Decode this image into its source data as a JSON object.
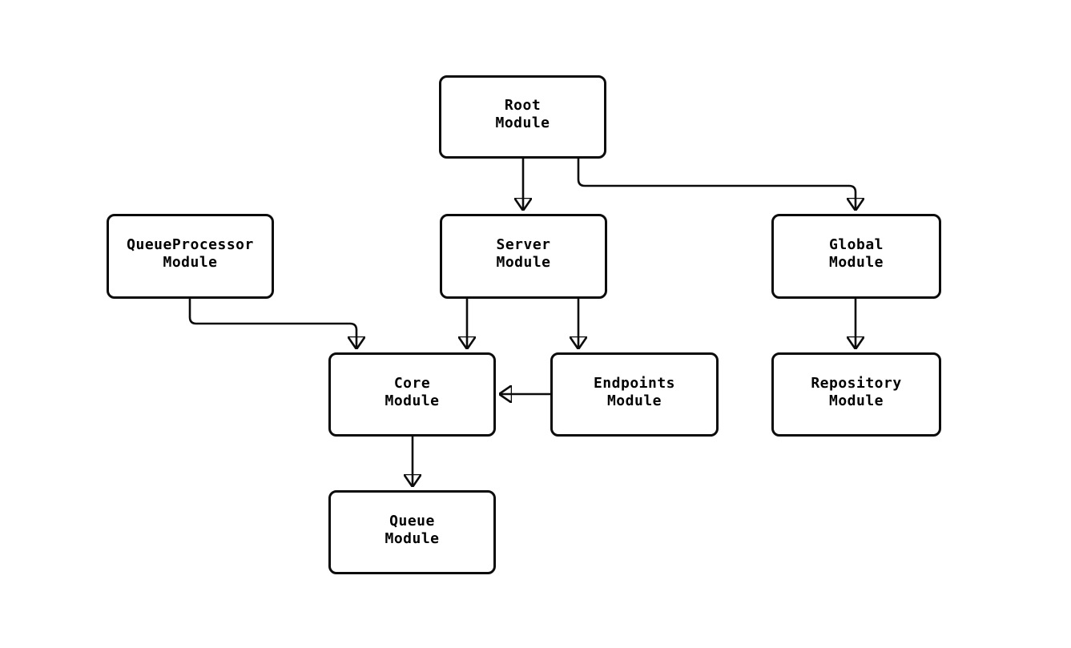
{
  "diagram": {
    "kind": "module-dependency-flowchart",
    "background_color": "#ffffff",
    "node_fill_color": "#ffffff",
    "node_border_color": "#0b0b0b",
    "edge_color": "#0b0b0b",
    "text_color": "#000000",
    "nodes": [
      {
        "id": "root",
        "label": "Root\nModule"
      },
      {
        "id": "queueprocessor",
        "label": "QueueProcessor\nModule"
      },
      {
        "id": "server",
        "label": "Server\nModule"
      },
      {
        "id": "global",
        "label": "Global\nModule"
      },
      {
        "id": "core",
        "label": "Core\nModule"
      },
      {
        "id": "endpoints",
        "label": "Endpoints\nModule"
      },
      {
        "id": "repository",
        "label": "Repository\nModule"
      },
      {
        "id": "queue",
        "label": "Queue\nModule"
      }
    ],
    "edges": [
      {
        "from": "root",
        "to": "server"
      },
      {
        "from": "root",
        "to": "global"
      },
      {
        "from": "queueprocessor",
        "to": "core"
      },
      {
        "from": "server",
        "to": "core"
      },
      {
        "from": "server",
        "to": "endpoints"
      },
      {
        "from": "endpoints",
        "to": "core"
      },
      {
        "from": "core",
        "to": "queue"
      },
      {
        "from": "global",
        "to": "repository"
      }
    ]
  }
}
